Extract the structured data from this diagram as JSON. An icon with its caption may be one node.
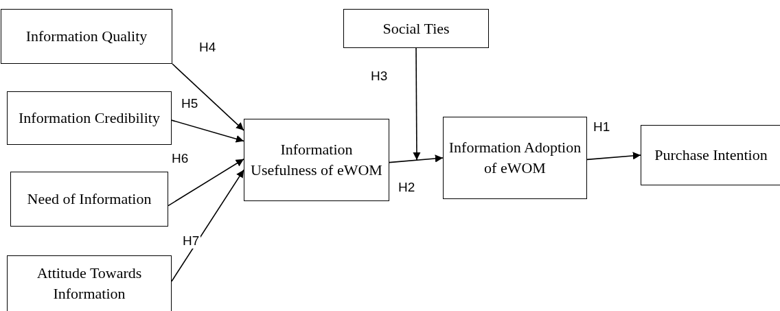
{
  "diagram": {
    "nodes": [
      {
        "text": [
          "Information Quality"
        ]
      },
      {
        "text": [
          "Information Credibility"
        ]
      },
      {
        "text": [
          "Need of Information"
        ]
      },
      {
        "text": [
          "Attitude Towards Information"
        ]
      },
      {
        "text": [
          "Information Usefulness of eWOM"
        ]
      },
      {
        "text": [
          "Social Ties"
        ]
      },
      {
        "text": [
          "Information Adoption of eWOM"
        ]
      },
      {
        "text": [
          "Purchase Intention"
        ]
      }
    ],
    "edges": [
      {
        "from": 0,
        "to": 4,
        "arrow": "to",
        "label": "H4"
      },
      {
        "from": 1,
        "to": 4,
        "arrow": "to",
        "label": "H5"
      },
      {
        "from": 2,
        "to": 4,
        "arrow": "to",
        "label": "H6"
      },
      {
        "from": 3,
        "to": 4,
        "arrow": "to",
        "label": "H7"
      },
      {
        "from": 4,
        "to": 6,
        "arrow": "to",
        "label": "H2"
      },
      {
        "from": 5,
        "to": null,
        "arrow": "to",
        "label": "H3"
      },
      {
        "from": 6,
        "to": 7,
        "arrow": "to",
        "label": "H1"
      }
    ]
  }
}
